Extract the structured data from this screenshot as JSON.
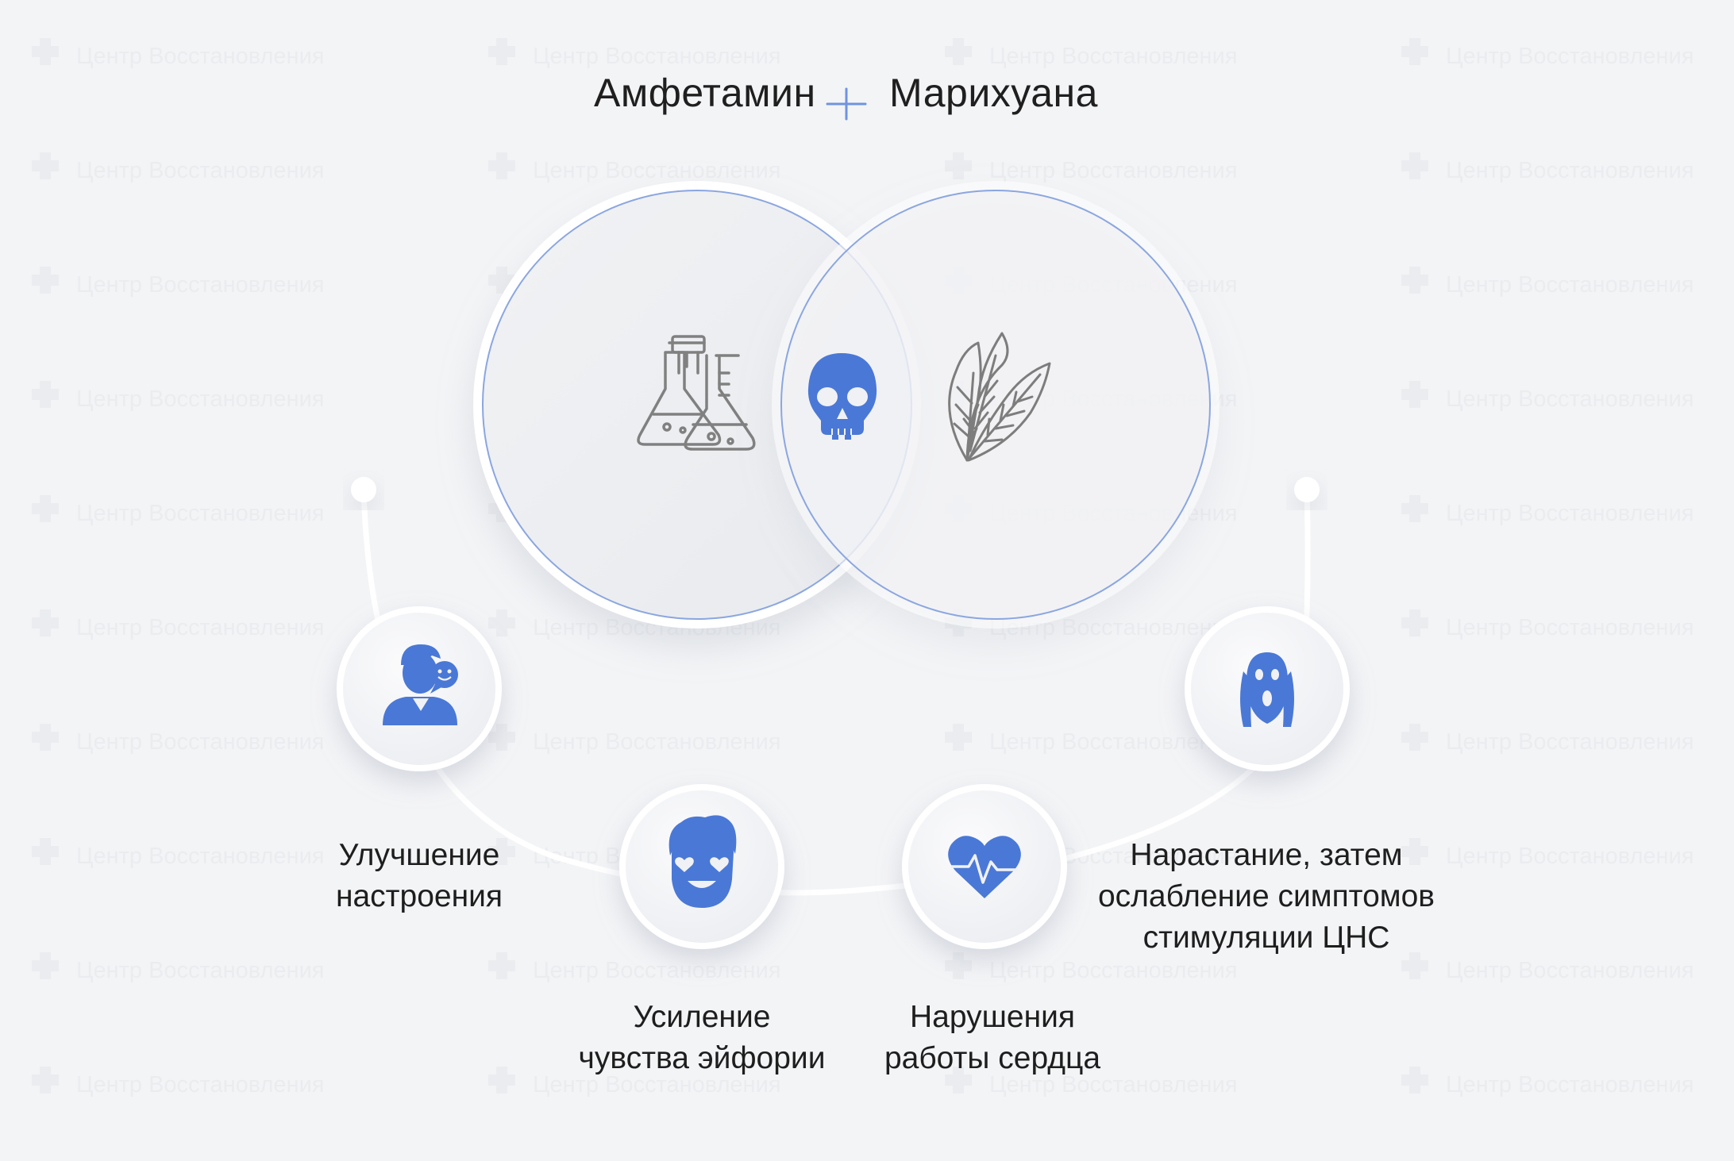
{
  "header": {
    "left_substance": "Амфетамин",
    "right_substance": "Марихуана"
  },
  "watermark": "Центр Восстановления",
  "effects": [
    {
      "line1": "Улучшение",
      "line2": "настроения",
      "icon": "smiling-person-chat-icon"
    },
    {
      "line1": "Усиление",
      "line2": "чувства эйфории",
      "icon": "heart-eyes-face-icon"
    },
    {
      "line1": "Нарушения",
      "line2": "работы сердца",
      "icon": "heartbeat-icon"
    },
    {
      "line1": "Нарастание, затем",
      "line2": "ослабление симптомов",
      "line3": "стимуляции ЦНС",
      "icon": "scream-face-icon"
    }
  ],
  "icons": {
    "left_circle": "chemistry-flasks-icon",
    "right_circle": "cannabis-leaves-icon",
    "intersection": "skull-icon",
    "plus": "plus-icon"
  },
  "colors": {
    "accent": "#4a78d6",
    "background": "#f3f4f6",
    "outline_gray": "#7d7d7d"
  }
}
